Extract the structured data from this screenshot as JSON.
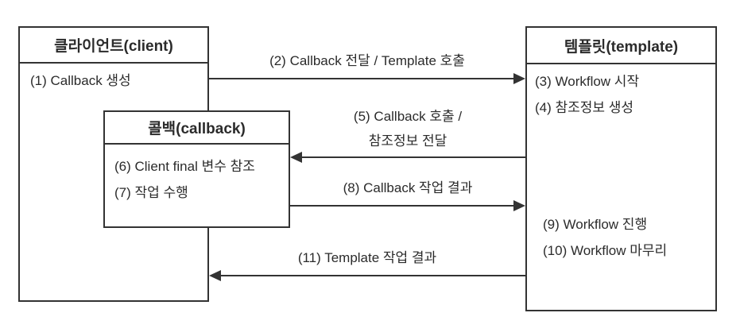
{
  "diagram": {
    "colors": {
      "line": "#333333",
      "text": "#2b2b2b",
      "background": "#ffffff"
    },
    "boxes": {
      "client": {
        "title": "클라이언트(client)",
        "items": [
          "(1) Callback 생성"
        ]
      },
      "callback": {
        "title": "콜백(callback)",
        "items": [
          "(6) Client final 변수 참조",
          "(7) 작업 수행"
        ]
      },
      "template": {
        "title": "템플릿(template)",
        "items_top": [
          "(3) Workflow 시작",
          "(4) 참조정보 생성"
        ],
        "items_bottom": [
          "(9) Workflow 진행",
          "(10) Workflow 마무리"
        ]
      }
    },
    "arrows": [
      {
        "label": "(2) Callback 전달 / Template 호출",
        "direction": "right",
        "from": "client",
        "to": "template"
      },
      {
        "label": "(5) Callback 호출 /",
        "label_line2": "참조정보 전달",
        "direction": "left",
        "from": "template",
        "to": "callback"
      },
      {
        "label": "(8) Callback 작업 결과",
        "direction": "right",
        "from": "callback",
        "to": "template"
      },
      {
        "label": "(11) Template 작업 결과",
        "direction": "left",
        "from": "template",
        "to": "client"
      }
    ]
  }
}
